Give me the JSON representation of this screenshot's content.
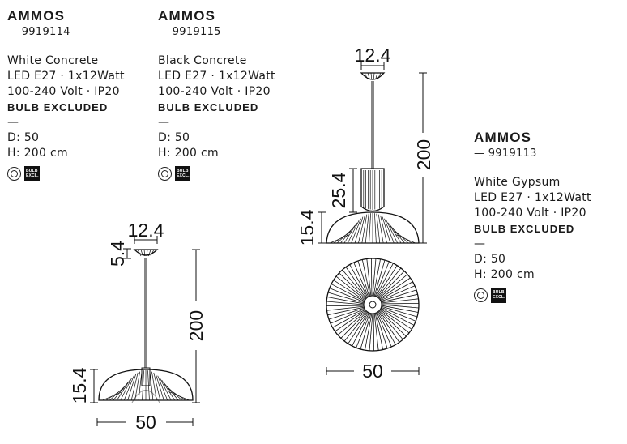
{
  "products": [
    {
      "name": "AMMOS",
      "code": "— 9919114",
      "material": "White Concrete",
      "spec1": "LED E27 · 1x12Watt",
      "spec2": "100-240 Volt · IP20",
      "bulb": "BULB EXCLUDED",
      "dash": "—",
      "diameter": "D: 50",
      "height": "H: 200 cm",
      "badge": "BULB EXCL."
    },
    {
      "name": "AMMOS",
      "code": "— 9919115",
      "material": "Black Concrete",
      "spec1": "LED E27 · 1x12Watt",
      "spec2": "100-240 Volt · IP20",
      "bulb": "BULB EXCLUDED",
      "dash": "—",
      "diameter": "D: 50",
      "height": "H: 200 cm",
      "badge": "BULB EXCL."
    },
    {
      "name": "AMMOS",
      "code": "— 9919113",
      "material": "White Gypsum",
      "spec1": "LED E27 · 1x12Watt",
      "spec2": "100-240 Volt · IP20",
      "bulb": "BULB EXCLUDED",
      "dash": "—",
      "diameter": "D: 50",
      "height": "H: 200 cm",
      "badge": "BULB EXCL."
    }
  ],
  "drawing_left": {
    "canopy": "12.4",
    "canopy_h": "5.4",
    "total_h": "200",
    "shade_h": "15.4",
    "width": "50"
  },
  "drawing_right": {
    "canopy": "12.4",
    "total_h": "200",
    "neck_h": "25.4",
    "shade_h": "15.4",
    "width": "50"
  },
  "icons": [
    "ce-mark-icon",
    "bulb-excluded-icon"
  ]
}
